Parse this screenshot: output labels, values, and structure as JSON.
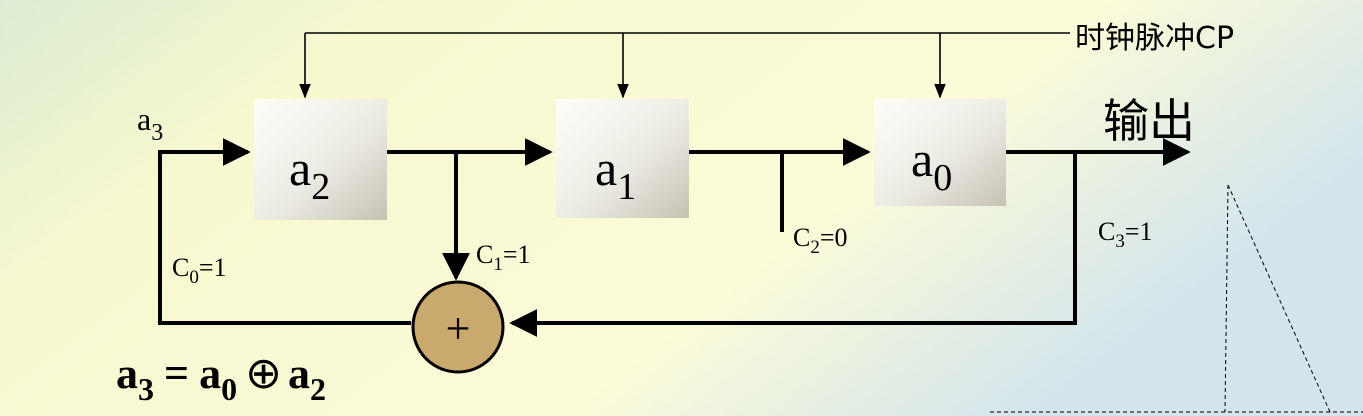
{
  "clock_label": "时钟脉冲CP",
  "output_label": "输出",
  "input_label": {
    "base": "a",
    "sub": "3"
  },
  "registers": [
    {
      "base": "a",
      "sub": "2"
    },
    {
      "base": "a",
      "sub": "1"
    },
    {
      "base": "a",
      "sub": "0"
    }
  ],
  "coefficients": [
    {
      "base": "C",
      "sub": "0",
      "val": "=1"
    },
    {
      "base": "C",
      "sub": "1",
      "val": "=1"
    },
    {
      "base": "C",
      "sub": "2",
      "val": "=0"
    },
    {
      "base": "C",
      "sub": "3",
      "val": "=1"
    }
  ],
  "xor_symbol": "+",
  "equation": {
    "lhs": {
      "base": "a",
      "sub": "3"
    },
    "eq": "=",
    "t1": {
      "base": "a",
      "sub": "0"
    },
    "op": "⊕",
    "t2": {
      "base": "a",
      "sub": "2"
    }
  },
  "colors": {
    "line": "#000000",
    "xor_fill": "#c9a96e",
    "box_light": "#fdfdf8",
    "box_dark": "#c8c4b4"
  }
}
